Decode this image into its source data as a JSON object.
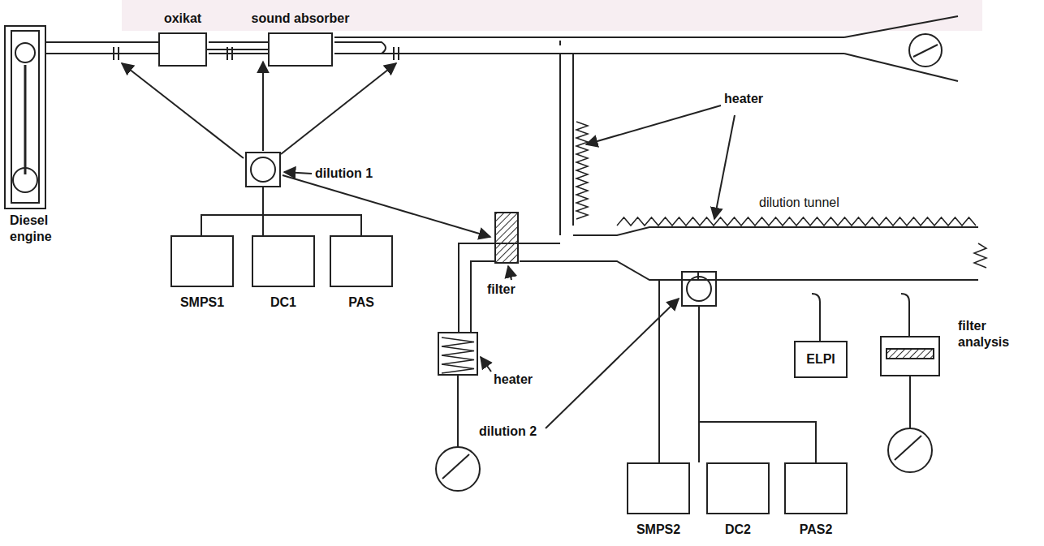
{
  "diagram": {
    "nodes": [
      {
        "text": [
          "oxikat"
        ]
      },
      {
        "text": [
          "sound absorber"
        ]
      },
      {
        "text": [
          "SMPS1"
        ]
      },
      {
        "text": [
          "DC1"
        ]
      },
      {
        "text": [
          "PAS"
        ]
      },
      {
        "text": [
          "ELPI"
        ]
      },
      {
        "text": [
          "SMPS2"
        ]
      },
      {
        "text": [
          "DC2"
        ]
      },
      {
        "text": [
          "PAS2"
        ]
      }
    ],
    "edges": [
      {
        "from": 0,
        "to": 1,
        "arrow": "none"
      }
    ],
    "labels": [
      "Diesel engine",
      "dilution 1",
      "heater",
      "dilution tunnel",
      "filter",
      "heater",
      "dilution 2",
      "filter analysis"
    ]
  }
}
